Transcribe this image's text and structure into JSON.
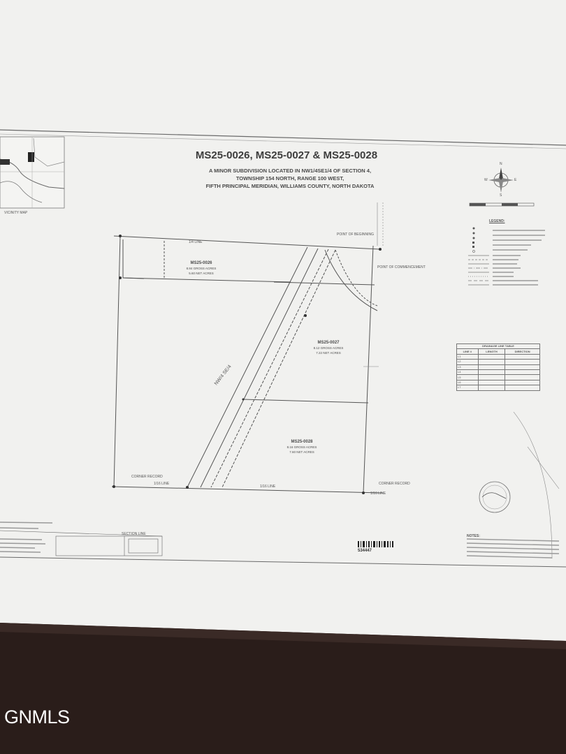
{
  "plat": {
    "title": "MS25-0026, MS25-0027 & MS25-0028",
    "subtitle_line1": "A MINOR SUBDIVISION LOCATED IN NW1/4SE1/4 OF SECTION 4,",
    "subtitle_line2": "TOWNSHIP 154 NORTH, RANGE 100 WEST,",
    "subtitle_line3": "FIFTH PRINCIPAL MERIDIAN, WILLIAMS COUNTY, NORTH DAKOTA",
    "lots": [
      {
        "name": "MS25-0026",
        "acres1": "8.84 GROSS ACRES",
        "acres2": "5.60 NET ACRES"
      },
      {
        "name": "MS25-0027",
        "acres1": "8.12 GROSS ACRES",
        "acres2": "7.22 NET ACRES"
      },
      {
        "name": "MS25-0028",
        "acres1": "8.16 GROSS ACRES",
        "acres2": "7.60 NET ACRES"
      }
    ],
    "quarter_label": "NW/4 SE/4",
    "labels": {
      "quarter_line": "1/4 LINE",
      "sixteenth_line": "1/16 LINE",
      "section_line": "SECTION LINE",
      "corner_record": "CORNER RECORD",
      "point_of_beginning": "POINT OF BEGINNING",
      "point_of_commencement": "POINT OF COMMENCEMENT",
      "vicinity_map": "VICINITY MAP",
      "legend": "LEGEND:",
      "notes": "NOTES:",
      "north": "N",
      "south": "S",
      "east": "E",
      "west": "W"
    },
    "drainage_table": {
      "title": "DRAINAGE LINE TABLE",
      "headers": [
        "LINE #",
        "LENGTH",
        "DIRECTION"
      ],
      "rows": [
        [
          "L1",
          "",
          ""
        ],
        [
          "L2",
          "",
          ""
        ],
        [
          "L3",
          "",
          ""
        ],
        [
          "L4",
          "",
          ""
        ],
        [
          "L5",
          "",
          ""
        ],
        [
          "L6",
          "",
          ""
        ],
        [
          "L7",
          "",
          ""
        ]
      ]
    },
    "doc_number": "534447"
  },
  "watermark": "GNMLS"
}
